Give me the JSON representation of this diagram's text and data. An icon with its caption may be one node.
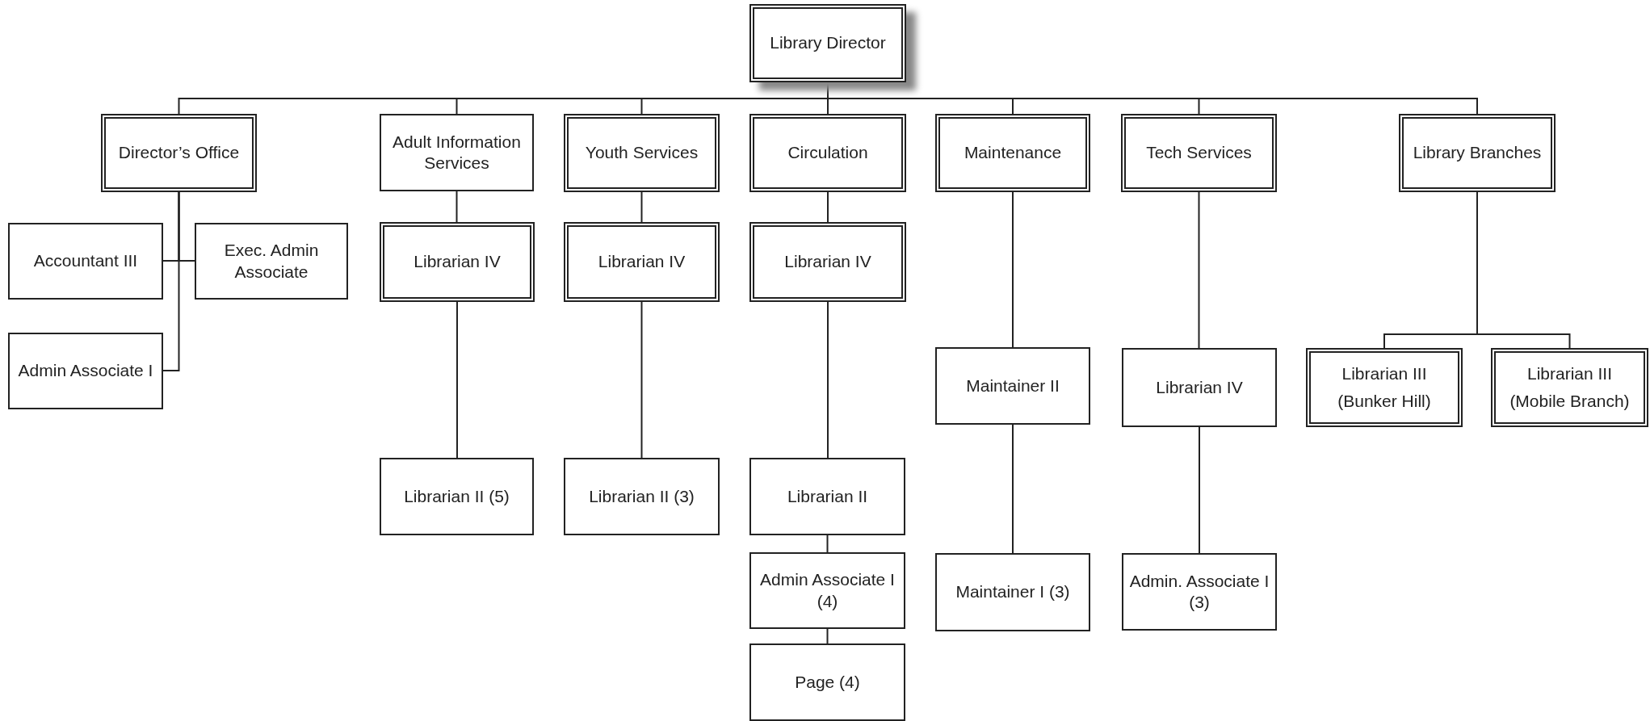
{
  "diagram": {
    "nodes": [
      {
        "text": [
          "Library Director"
        ]
      },
      {
        "text": [
          "Director’s Office"
        ]
      },
      {
        "text": [
          "Adult Information Services"
        ]
      },
      {
        "text": [
          "Youth Services"
        ]
      },
      {
        "text": [
          "Circulation"
        ]
      },
      {
        "text": [
          "Maintenance"
        ]
      },
      {
        "text": [
          "Tech Services"
        ]
      },
      {
        "text": [
          "Library Branches"
        ]
      },
      {
        "text": [
          "Accountant III"
        ]
      },
      {
        "text": [
          "Exec. Admin Associate"
        ]
      },
      {
        "text": [
          "Admin Associate I"
        ]
      },
      {
        "text": [
          "Librarian IV"
        ]
      },
      {
        "text": [
          "Librarian II (5)"
        ]
      },
      {
        "text": [
          "Librarian IV"
        ]
      },
      {
        "text": [
          "Librarian II (3)"
        ]
      },
      {
        "text": [
          "Librarian IV"
        ]
      },
      {
        "text": [
          "Librarian II"
        ]
      },
      {
        "text": [
          "Admin Associate I (4)"
        ]
      },
      {
        "text": [
          "Page (4)"
        ]
      },
      {
        "text": [
          "Maintainer II"
        ]
      },
      {
        "text": [
          "Maintainer I (3)"
        ]
      },
      {
        "text": [
          "Librarian IV"
        ]
      },
      {
        "text": [
          "Admin. Associate I (3)"
        ]
      },
      {
        "text": [
          "Librarian III",
          "(Bunker Hill)"
        ]
      },
      {
        "text": [
          "Librarian III",
          "(Mobile Branch)"
        ]
      }
    ],
    "edges": [
      {
        "from": 0,
        "to": 1,
        "arrow": "none"
      },
      {
        "from": 0,
        "to": 2,
        "arrow": "none"
      },
      {
        "from": 0,
        "to": 3,
        "arrow": "none"
      },
      {
        "from": 0,
        "to": 4,
        "arrow": "none"
      },
      {
        "from": 0,
        "to": 5,
        "arrow": "none"
      },
      {
        "from": 0,
        "to": 6,
        "arrow": "none"
      },
      {
        "from": 0,
        "to": 7,
        "arrow": "none"
      },
      {
        "from": 1,
        "to": 8,
        "arrow": "none"
      },
      {
        "from": 1,
        "to": 9,
        "arrow": "none"
      },
      {
        "from": 1,
        "to": 10,
        "arrow": "none"
      },
      {
        "from": 2,
        "to": 11,
        "arrow": "none"
      },
      {
        "from": 11,
        "to": 12,
        "arrow": "none"
      },
      {
        "from": 3,
        "to": 13,
        "arrow": "none"
      },
      {
        "from": 13,
        "to": 14,
        "arrow": "none"
      },
      {
        "from": 4,
        "to": 15,
        "arrow": "none"
      },
      {
        "from": 15,
        "to": 16,
        "arrow": "none"
      },
      {
        "from": 16,
        "to": 17,
        "arrow": "none"
      },
      {
        "from": 17,
        "to": 18,
        "arrow": "none"
      },
      {
        "from": 5,
        "to": 19,
        "arrow": "none"
      },
      {
        "from": 19,
        "to": 20,
        "arrow": "none"
      },
      {
        "from": 6,
        "to": 21,
        "arrow": "none"
      },
      {
        "from": 21,
        "to": 22,
        "arrow": "none"
      },
      {
        "from": 7,
        "to": 23,
        "arrow": "none"
      },
      {
        "from": 7,
        "to": 24,
        "arrow": "none"
      }
    ]
  }
}
